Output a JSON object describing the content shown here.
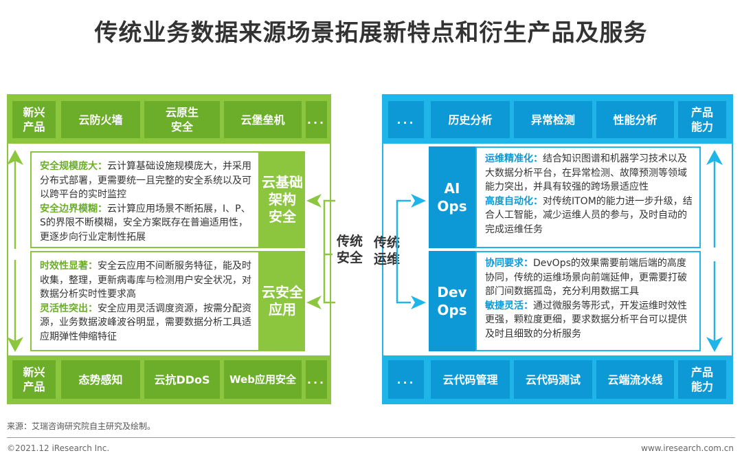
{
  "title": "传统业务数据来源场景拓展新特点和衍生产品及服务",
  "security": {
    "top_tiles": [
      "新兴\n产品",
      "云防火墙",
      "云原生\n安全",
      "云堡垒机",
      "..."
    ],
    "bottom_tiles": [
      "新兴\n产品",
      "态势感知",
      "云抗DDoS",
      "Web应用安全",
      "..."
    ],
    "box1": {
      "kw1": "安全规模庞大：",
      "t1": "云计算基础设施规模庞大，并采用分布式部署，更需要统一且完整的安全系统以及可以跨平台的实时监控",
      "kw2": "安全边界模糊：",
      "t2": "云计算应用场景不断拓展，I、P、S的界限不断模糊，安全方案既存在普遍适用性，更逐步向行业定制性拓展"
    },
    "box1_label": "云基础\n架构\n安全",
    "box2": {
      "kw1": "时效性显著：",
      "t1": "安全云应用不间断服务特征，能及时收集，整理，更新病毒库与检测用户安全状况，对数据分析实时性要求高",
      "kw2": "灵活性突出：",
      "t2": "安全应用灵活调度资源，按需分配资源，业务数据波峰波谷明显，需要数据分析工具适应期弹性伸缩特征"
    },
    "box2_label": "云安全\n应用",
    "center_label": "传统\n安全"
  },
  "ops": {
    "top_tiles": [
      "...",
      "历史分析",
      "异常检测",
      "性能分析",
      "产品\n能力"
    ],
    "bottom_tiles": [
      "...",
      "云代码管理",
      "云代码测试",
      "云端流水线",
      "产品\n能力"
    ],
    "box1_label": "AI\nOps",
    "box1": {
      "kw1": "运维精准化：",
      "t1": "结合知识图谱和机器学习技术以及大数据分析平台，在异常检测、故障预测等领域能力突出，并具有较强的跨场景适应性",
      "kw2": "高度自动化：",
      "t2": "对传统ITOM的能力进一步升级，结合人工智能，减少运维人员的参与，及时自动的完成运维任务"
    },
    "box2_label": "Dev\nOps",
    "box2": {
      "kw1": "协同要求：",
      "t1": "DevOps的效果需要前端后端的高度协同，传统的运维场景向前端延伸，更需要打破部门间数据孤岛，充分利用数据工具",
      "kw2": "敏捷灵活：",
      "t2": "通过微服务等形式，开发运维时效性更强，颗粒度更细，要求数据分析平台可以提供及时且细致的分析服务"
    },
    "center_label": "传统\n运维"
  },
  "colors": {
    "green": "#8cc63f",
    "green_dark": "#6cae2a",
    "blue": "#1fb5e8",
    "blue_dark": "#0d99d6"
  },
  "footnote": "来源：艾瑞咨询研究院自主研究及绘制。",
  "footer_left": "©2021.12 iResearch Inc.",
  "footer_right": "www.iresearch.com.cn"
}
